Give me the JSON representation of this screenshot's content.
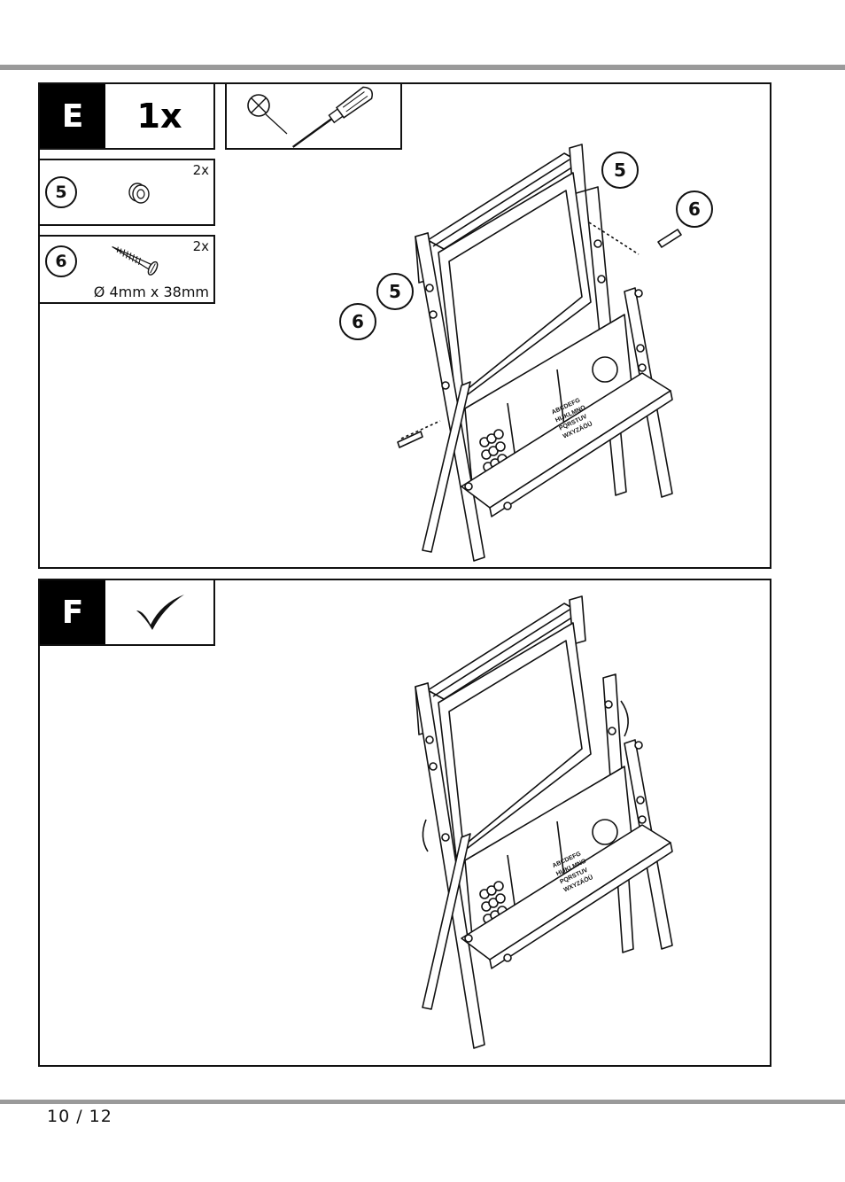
{
  "page": {
    "number": "10 / 12"
  },
  "step_e": {
    "letter": "E",
    "quantity": "1x",
    "tools": [
      "phillips-screwdriver-icon"
    ],
    "parts": [
      {
        "num": "5",
        "qty": "2x",
        "spec": ""
      },
      {
        "num": "6",
        "qty": "2x",
        "spec": "Ø 4mm x 38mm"
      }
    ],
    "callouts": [
      "5",
      "6",
      "5",
      "6"
    ]
  },
  "step_f": {
    "letter": "F",
    "status_icon": "checkmark-icon"
  },
  "board_text": [
    "ABCDEFG",
    "HIJKLMNO",
    "PQRSTUV",
    "WXYZÄÖÜ"
  ]
}
